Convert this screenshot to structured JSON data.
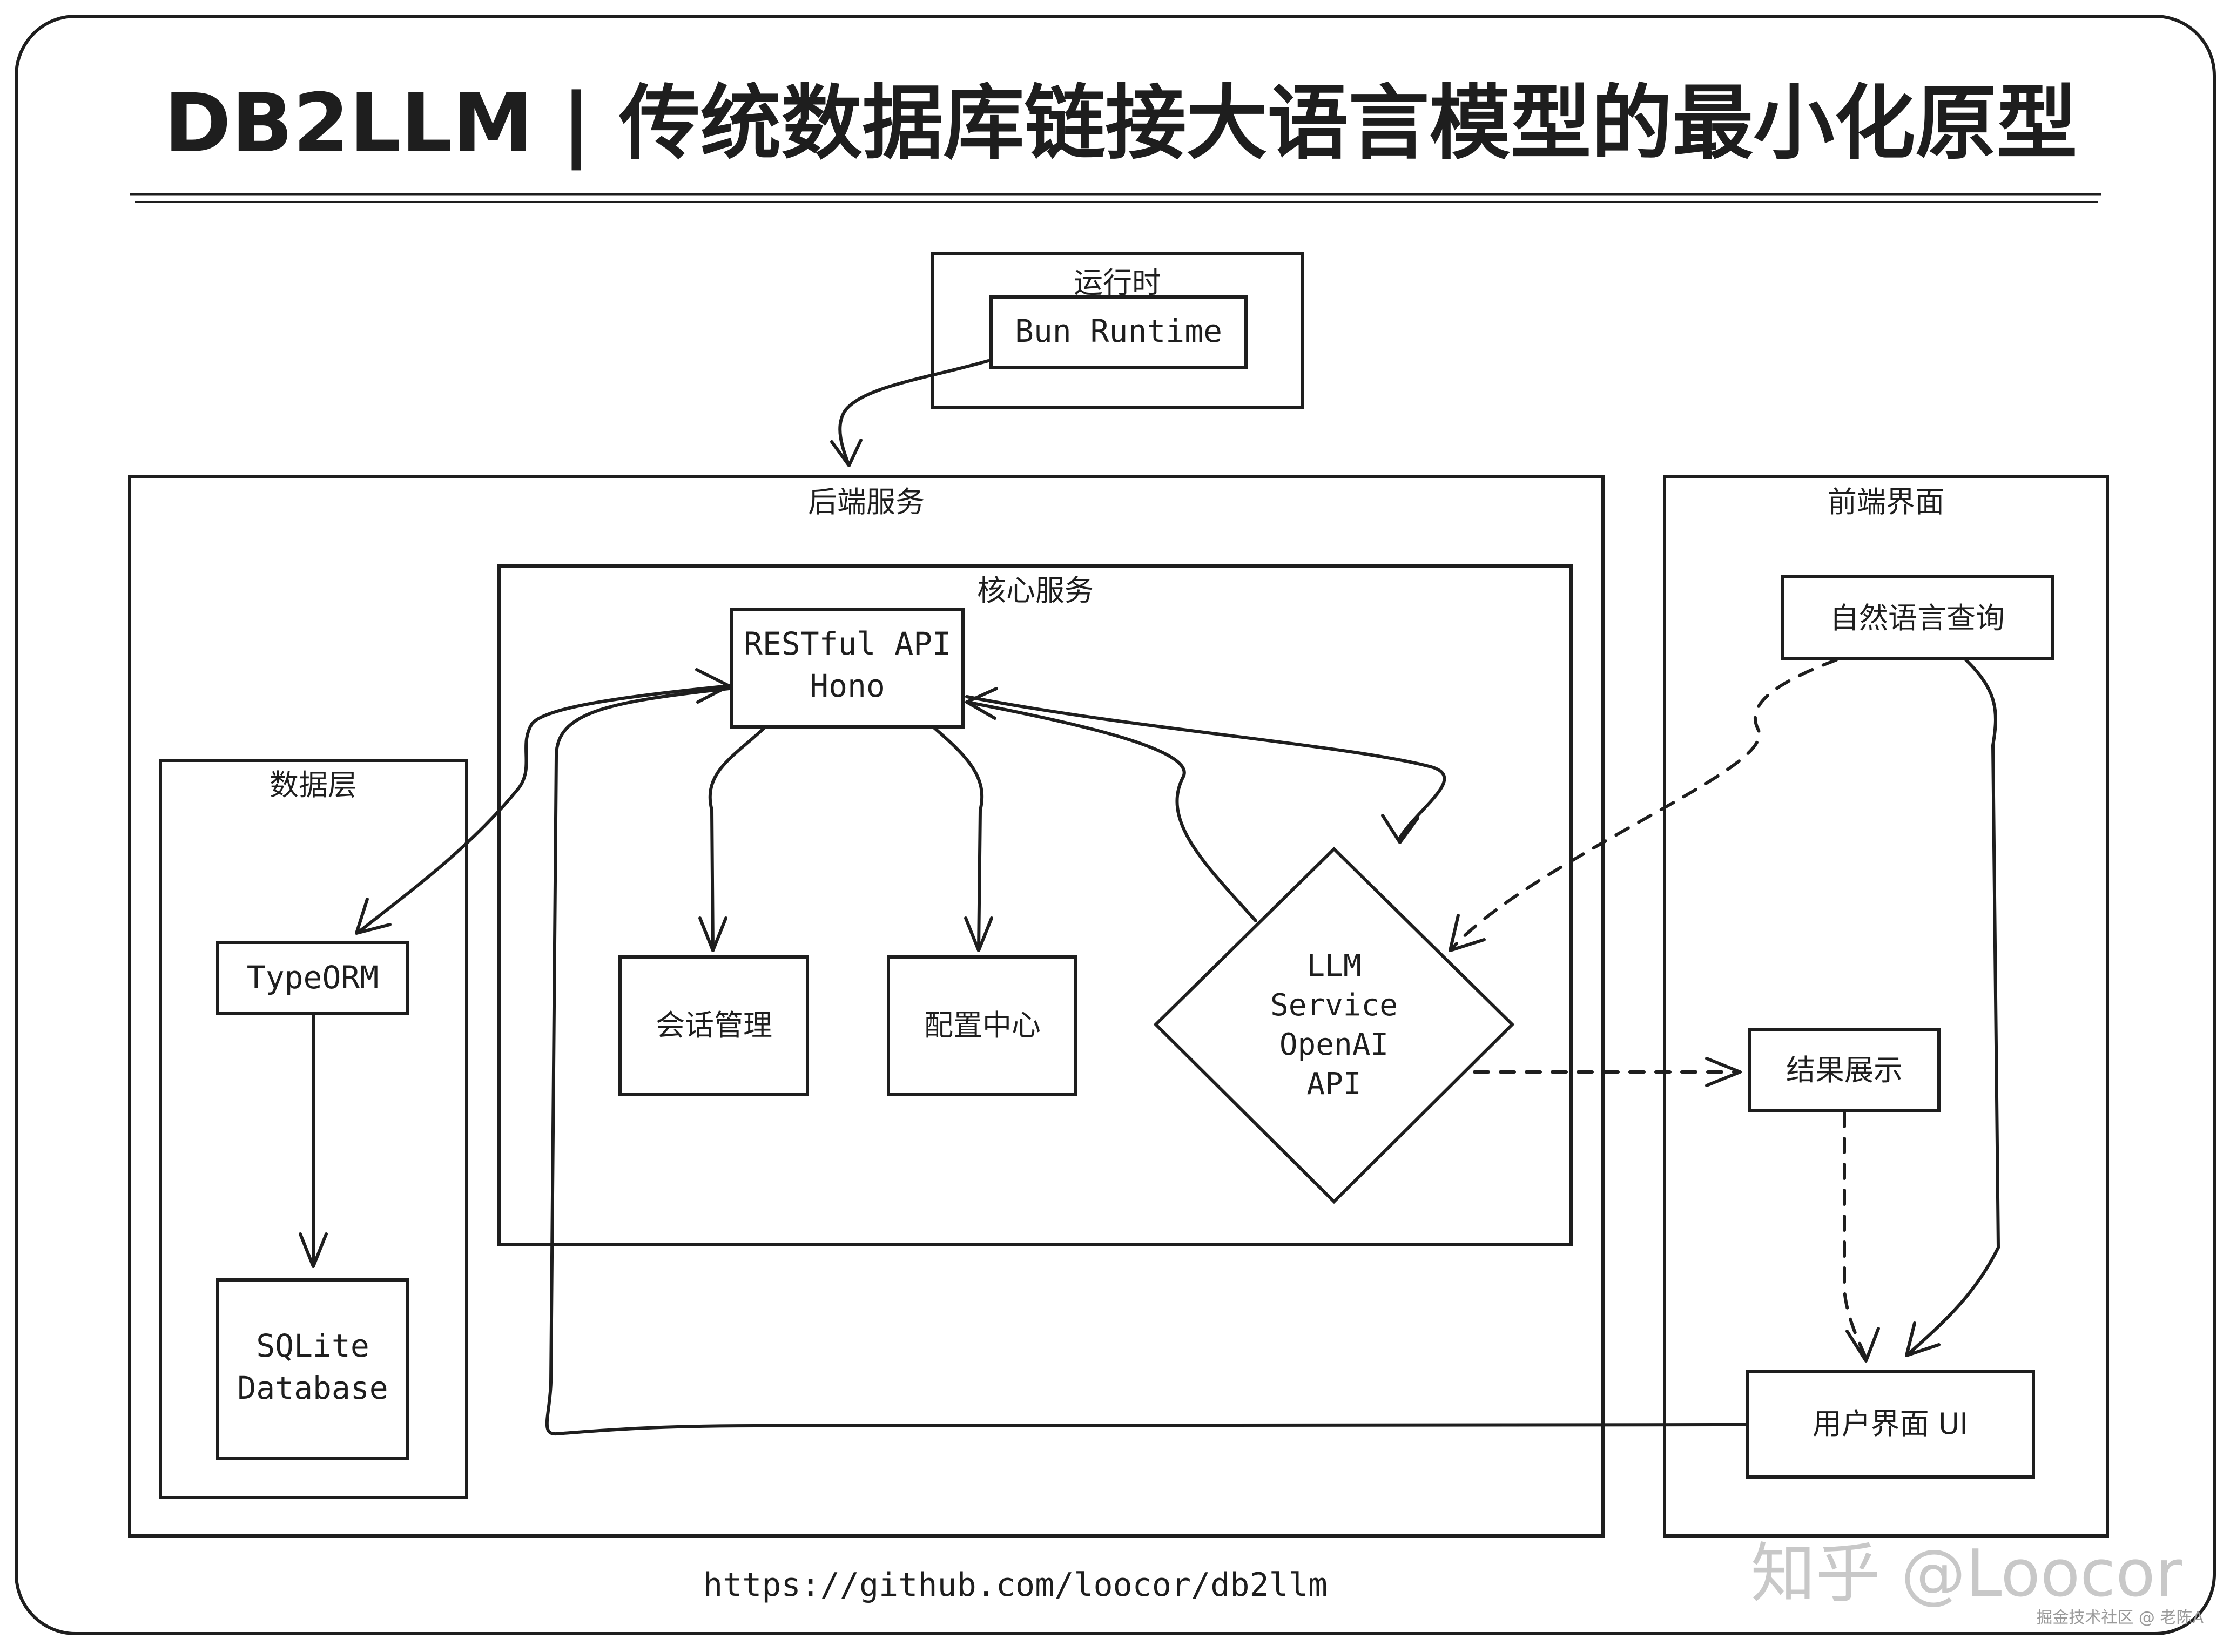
{
  "title": "DB2LLM | 传统数据库链接大语言模型的最小化原型",
  "groups": {
    "runtime": "运行时",
    "backend": "后端服务",
    "core": "核心服务",
    "data_layer": "数据层",
    "frontend": "前端界面"
  },
  "nodes": {
    "bun_runtime": "Bun Runtime",
    "restful_api": [
      "RESTful API",
      "Hono"
    ],
    "session_mgmt": "会话管理",
    "config_center": "配置中心",
    "llm_service": [
      "LLM",
      "Service",
      "OpenAI",
      "API"
    ],
    "typeorm": "TypeORM",
    "sqlite": [
      "SQLite",
      "Database"
    ],
    "nl_query": "自然语言查询",
    "result_display": "结果展示",
    "user_ui": "用户界面 UI"
  },
  "url": "https://github.com/loocor/db2llm",
  "watermark": {
    "main": "知乎 @Loocor",
    "small": "掘金技术社区 @ 老陈A"
  }
}
